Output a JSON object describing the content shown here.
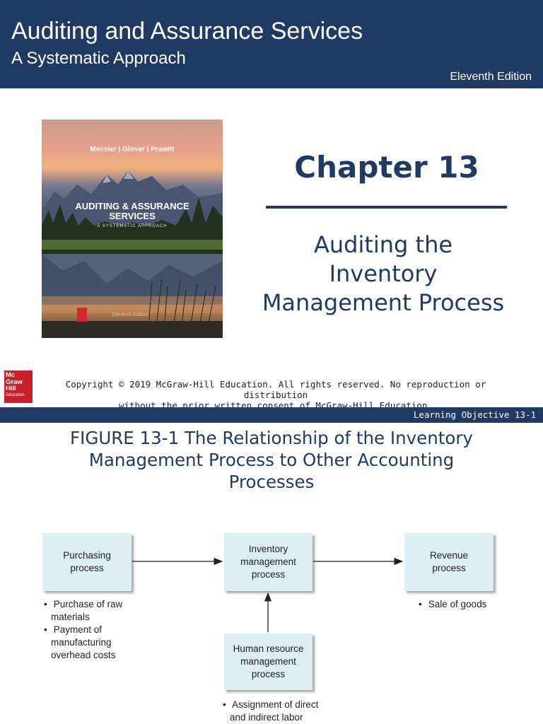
{
  "slide1": {
    "book_title": "Auditing and Assurance Services",
    "book_subtitle": "A Systematic Approach",
    "edition": "Eleventh Edition",
    "cover": {
      "authors": "Messier  |  Glover  |  Prawitt",
      "title_line1": "AUDITING & ASSURANCE",
      "title_line2": "SERVICES",
      "subtitle": "A SYSTEMATIC APPROACH",
      "edition": "Eleventh Edition"
    },
    "chapter": "Chapter 13",
    "chapter_title_lines": [
      "Auditing the",
      "Inventory",
      "Management Process"
    ],
    "logo": {
      "line1": "Mc",
      "line2": "Graw",
      "line3": "Hill",
      "line4": "Education"
    },
    "copyright_lines": [
      "Copyright © 2019 McGraw-Hill Education. All rights reserved. No reproduction or distribution",
      "without the prior written consent of McGraw-Hill Education."
    ]
  },
  "slide2": {
    "learning_objective": "Learning Objective 13-1",
    "figure_title_lines": [
      "FIGURE 13-1 The Relationship of the Inventory",
      "Management Process to Other Accounting",
      "Processes"
    ],
    "boxes": {
      "purchasing": [
        "Purchasing",
        "process"
      ],
      "inventory": [
        "Inventory",
        "management",
        "process"
      ],
      "revenue": [
        "Revenue",
        "process"
      ],
      "human_resource": [
        "Human resource",
        "management",
        "process"
      ]
    },
    "notes": {
      "purchasing": [
        [
          "Purchase of raw",
          "materials"
        ],
        [
          "Payment of",
          "manufacturing",
          "overhead costs"
        ]
      ],
      "revenue": [
        [
          "Sale of goods"
        ]
      ],
      "human_resource": [
        [
          "Assignment of direct",
          "and indirect labor"
        ]
      ]
    }
  },
  "colors": {
    "navy": "#1f3b63",
    "box_fill": "#ddeef4",
    "logo_red": "#c8202a"
  }
}
